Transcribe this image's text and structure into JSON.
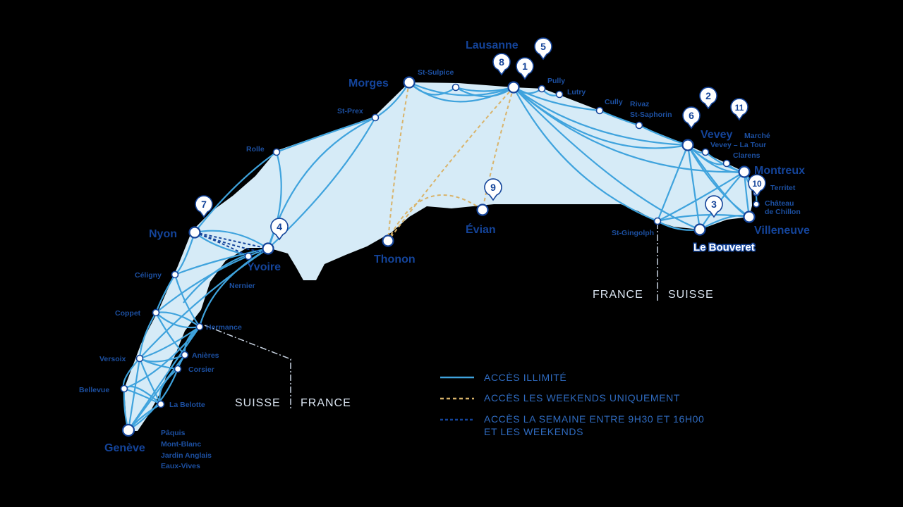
{
  "border_labels": {
    "east_france": "FRANCE",
    "east_suisse": "SUISSE",
    "west_suisse": "SUISSE",
    "west_france": "FRANCE"
  },
  "legend": {
    "unlimited": "ACCÈS ILLIMITÉ",
    "weekends": "ACCÈS LES WEEKENDS UNIQUEMENT",
    "weekday_line1": "ACCÈS LA SEMAINE ENTRE 9H30 ET 16H00",
    "weekday_line2": "ET LES WEEKENDS"
  },
  "colors": {
    "lake": "#d6ebf7",
    "unlimited": "#3fa3dd",
    "weekends": "#d9b36a",
    "weekday": "#14449a",
    "labels": "#14449a",
    "background": "#000000"
  },
  "stops": {
    "lausanne": "Lausanne",
    "morges": "Morges",
    "st_sulpice": "St-Sulpice",
    "pully": "Pully",
    "lutry": "Lutry",
    "cully": "Cully",
    "rivaz": "Rivaz",
    "st_saphorin": "St-Saphorin",
    "vevey": "Vevey",
    "vevey_marche": "Marché",
    "vevey_la_tour": "Vevey – La Tour",
    "clarens": "Clarens",
    "montreux": "Montreux",
    "territet": "Territet",
    "chillon_1": "Château",
    "chillon_2": "de Chillon",
    "villeneuve": "Villeneuve",
    "le_bouveret": "Le Bouveret",
    "st_gingolph": "St-Gingolph",
    "evian": "Évian",
    "thonon": "Thonon",
    "yvoire": "Yvoire",
    "nernier": "Nernier",
    "nyon": "Nyon",
    "st_prex": "St-Prex",
    "rolle": "Rolle",
    "celigny": "Céligny",
    "coppet": "Coppet",
    "hermance": "Hermance",
    "versoix": "Versoix",
    "anieres": "Anières",
    "corsier": "Corsier",
    "bellevue": "Bellevue",
    "la_belotte": "La Belotte",
    "geneve": "Genève",
    "geneve_sub1": "Pâquis",
    "geneve_sub2": "Mont-Blanc",
    "geneve_sub3": "Jardin Anglais",
    "geneve_sub4": "Eaux-Vives"
  },
  "markers": {
    "m1": "1",
    "m2": "2",
    "m3": "3",
    "m4": "4",
    "m5": "5",
    "m6": "6",
    "m7": "7",
    "m8": "8",
    "m9": "9",
    "m10": "10",
    "m11": "11"
  }
}
